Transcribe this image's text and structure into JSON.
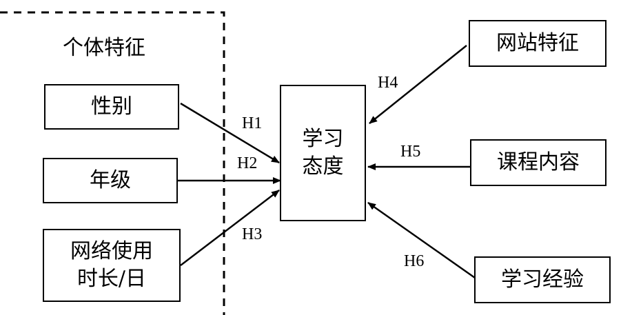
{
  "group": {
    "title": "个体特征"
  },
  "nodes": {
    "gender": "性别",
    "grade": "年级",
    "usage_line1": "网络使用",
    "usage_line2": "时长/日",
    "attitude_line1": "学习",
    "attitude_line2": "态度",
    "website": "网站特征",
    "course": "课程内容",
    "experience": "学习经验"
  },
  "hypotheses": {
    "h1": "H1",
    "h2": "H2",
    "h3": "H3",
    "h4": "H4",
    "h5": "H5",
    "h6": "H6"
  },
  "colors": {
    "stroke": "#000000",
    "background": "#ffffff"
  }
}
